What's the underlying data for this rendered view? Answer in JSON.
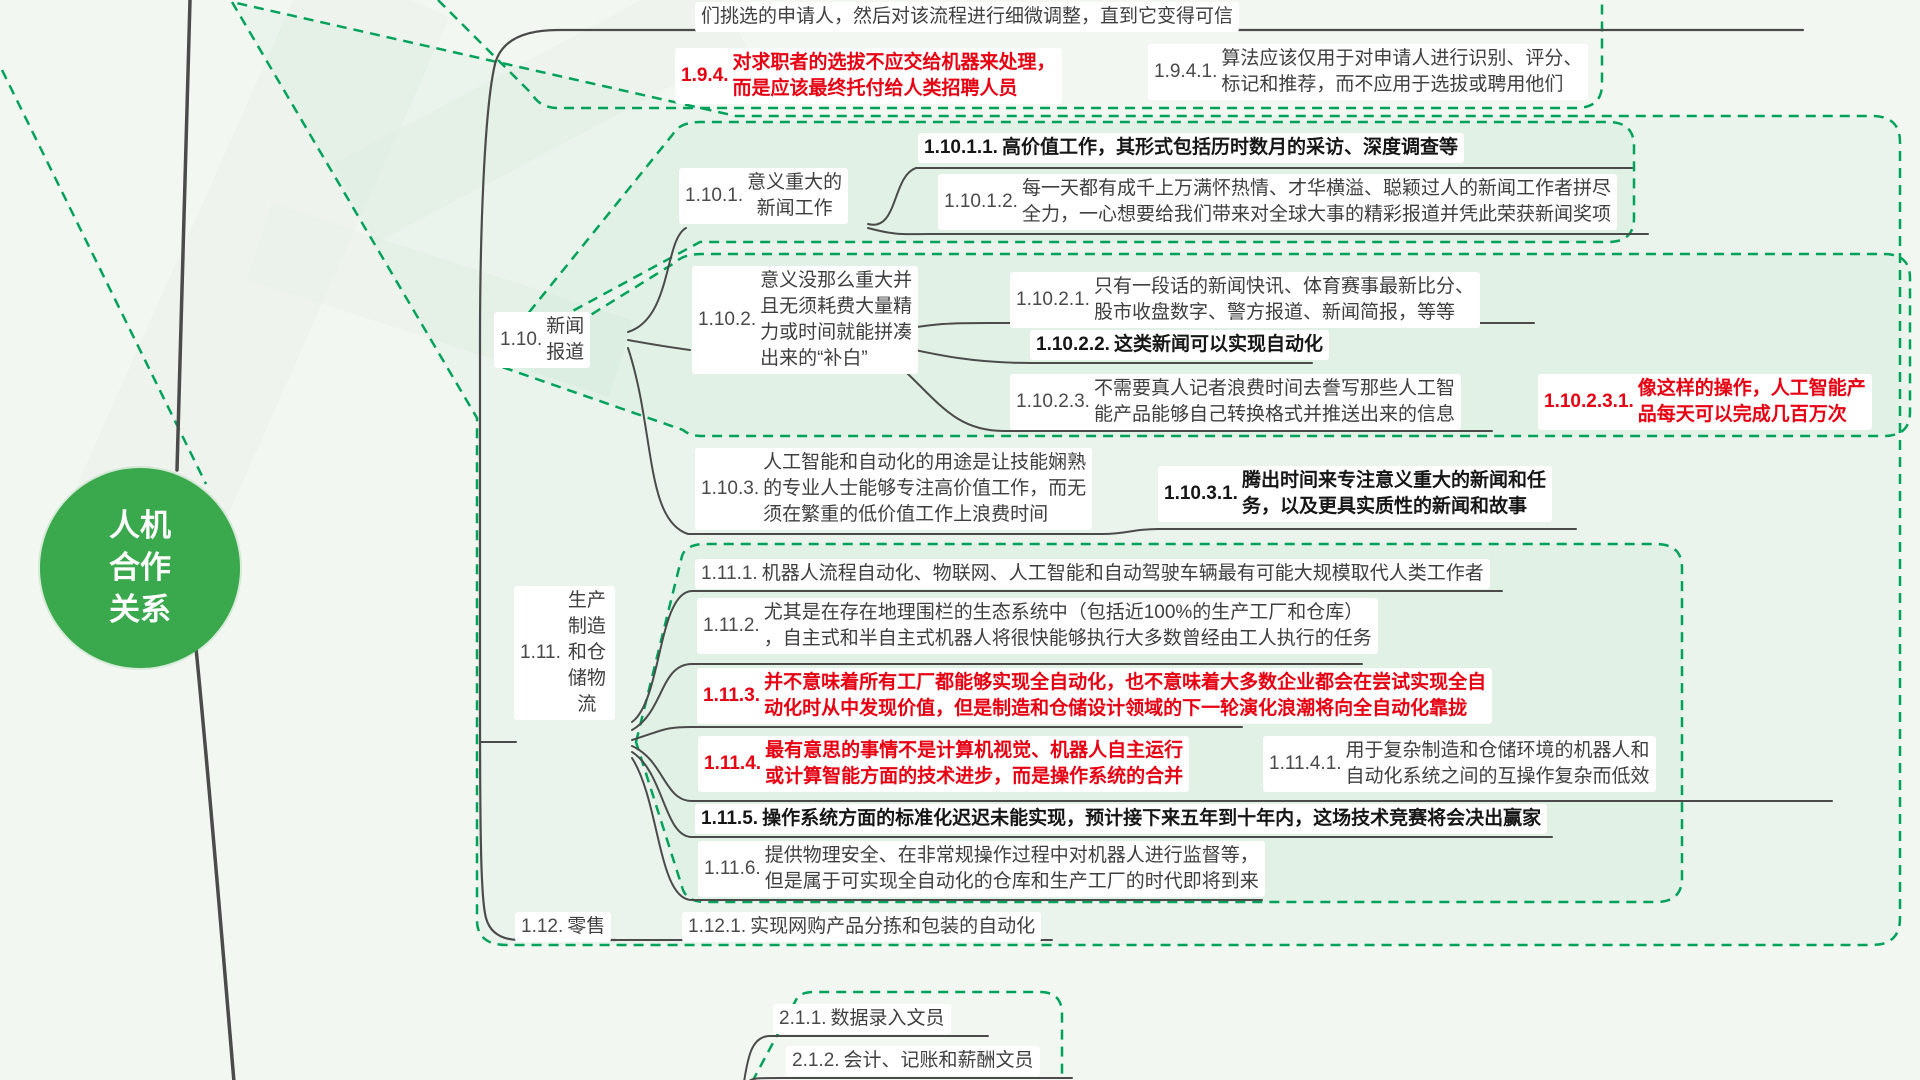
{
  "root": {
    "title": "人机\n合作\n关系"
  },
  "colors": {
    "boundary_green": "#00a25b",
    "root_green": "#3aa84d",
    "emphasis_red": "#e60012",
    "line_dark": "#4b4b4b",
    "canvas_bg": "#f3f7f2"
  },
  "nodes": {
    "n19p": {
      "text": "们挑选的申请人，然后对该流程进行细微调整，直到它变得可信"
    },
    "n194": {
      "number": "1.9.4.",
      "text": "对求职者的选拔不应交给机器来处理，\n而是应该最终托付给人类招聘人员"
    },
    "n1941": {
      "number": "1.9.4.1.",
      "text": "算法应该仅用于对申请人进行识别、评分、\n标记和推荐，而不应用于选拔或聘用他们"
    },
    "n110": {
      "number": "1.10.",
      "text": "新闻\n报道"
    },
    "n1101": {
      "number": "1.10.1.",
      "text": "意义重大的\n新闻工作"
    },
    "n11011": {
      "number": "1.10.1.1.",
      "text": "高价值工作，其形式包括历时数月的采访、深度调查等"
    },
    "n11012": {
      "number": "1.10.1.2.",
      "text": "每一天都有成千上万满怀热情、才华横溢、聪颖过人的新闻工作者拼尽\n全力，一心想要给我们带来对全球大事的精彩报道并凭此荣获新闻奖项"
    },
    "n1102": {
      "number": "1.10.2.",
      "text": "意义没那么重大并\n且无须耗费大量精\n力或时间就能拼凑\n出来的“补白”"
    },
    "n11021": {
      "number": "1.10.2.1.",
      "text": "只有一段话的新闻快讯、体育赛事最新比分、\n股市收盘数字、警方报道、新闻简报，等等"
    },
    "n11022": {
      "number": "1.10.2.2.",
      "text": "这类新闻可以实现自动化"
    },
    "n11023": {
      "number": "1.10.2.3.",
      "text": "不需要真人记者浪费时间去誊写那些人工智\n能产品能够自己转换格式并推送出来的信息"
    },
    "n110231": {
      "number": "1.10.2.3.1.",
      "text": "像这样的操作，人工智能产\n品每天可以完成几百万次"
    },
    "n1103": {
      "number": "1.10.3.",
      "text": "人工智能和自动化的用途是让技能娴熟\n的专业人士能够专注高价值工作，而无\n须在繁重的低价值工作上浪费时间"
    },
    "n11031": {
      "number": "1.10.3.1.",
      "text": "腾出时间来专注意义重大的新闻和任\n务，以及更具实质性的新闻和故事"
    },
    "n111": {
      "number": "1.11.",
      "text": "生产制造和仓储物流"
    },
    "n1111": {
      "number": "1.11.1.",
      "text": "机器人流程自动化、物联网、人工智能和自动驾驶车辆最有可能大规模取代人类工作者"
    },
    "n1112": {
      "number": "1.11.2.",
      "text": "尤其是在存在地理围栏的生态系统中（包括近100%的生产工厂和仓库）\n，自主式和半自主式机器人将很快能够执行大多数曾经由工人执行的任务"
    },
    "n1113": {
      "number": "1.11.3.",
      "text": "并不意味着所有工厂都能够实现全自动化，也不意味着大多数企业都会在尝试实现全自\n动化时从中发现价值，但是制造和仓储设计领域的下一轮演化浪潮将向全自动化靠拢"
    },
    "n1114": {
      "number": "1.11.4.",
      "text": "最有意思的事情不是计算机视觉、机器人自主运行\n或计算智能方面的技术进步，而是操作系统的合并"
    },
    "n11141": {
      "number": "1.11.4.1.",
      "text": "用于复杂制造和仓储环境的机器人和\n自动化系统之间的互操作复杂而低效"
    },
    "n1115": {
      "number": "1.11.5.",
      "text": "操作系统方面的标准化迟迟未能实现，预计接下来五年到十年内，这场技术竞赛将会决出赢家"
    },
    "n1116": {
      "number": "1.11.6.",
      "text": "提供物理安全、在非常规操作过程中对机器人进行监督等，\n但是属于可实现全自动化的仓库和生产工厂的时代即将到来"
    },
    "n112": {
      "number": "1.12.",
      "text": "零售"
    },
    "n1121": {
      "number": "1.12.1.",
      "text": "实现网购产品分拣和包装的自动化"
    },
    "n211": {
      "number": "2.1.1.",
      "text": "数据录入文员"
    },
    "n212": {
      "number": "2.1.2.",
      "text": "会计、记账和薪酬文员"
    }
  }
}
